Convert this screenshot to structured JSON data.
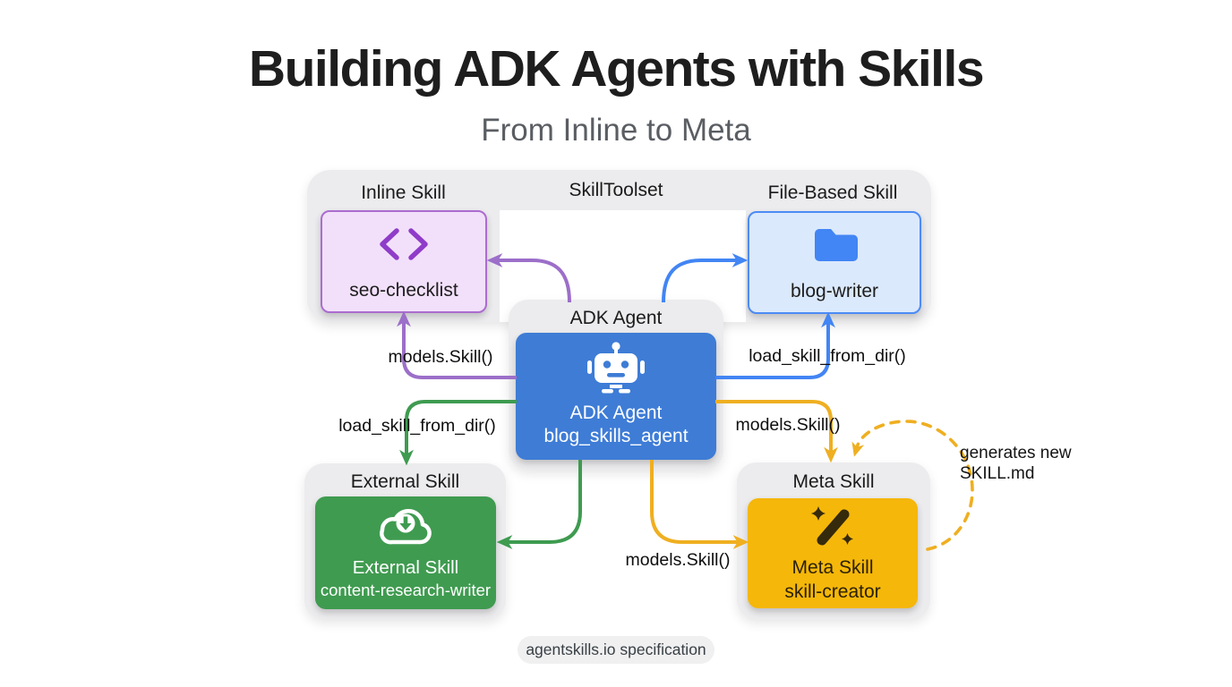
{
  "title": {
    "main": "Building ADK Agents with Skills",
    "subtitle": "From Inline to Meta"
  },
  "groups": {
    "skilltoolset_label": "SkillToolset",
    "inline": {
      "label": "Inline Skill",
      "skill_name": "seo-checklist",
      "icon": "code-chevrons-icon"
    },
    "file_based": {
      "label": "File-Based Skill",
      "skill_name": "blog-writer",
      "icon": "folder-icon"
    },
    "adk": {
      "label": "ADK Agent",
      "box_line1": "ADK Agent",
      "box_line2": "blog_skills_agent",
      "icon": "robot-icon"
    },
    "external": {
      "label": "External Skill",
      "box_line1": "External Skill",
      "box_line2": "content-research-writer",
      "icon": "cloud-download-icon"
    },
    "meta": {
      "label": "Meta Skill",
      "box_line1": "Meta Skill",
      "box_line2": "skill-creator",
      "icon": "magic-wand-icon"
    }
  },
  "edge_labels": {
    "inline_call": "models.Skill()",
    "external_call": "load_skill_from_dir()",
    "file_call": "load_skill_from_dir()",
    "meta_call_top": "models.Skill()",
    "meta_call_bottom": "models.Skill()"
  },
  "annotations": {
    "loop_line1": "generates new",
    "loop_line2": "SKILL.md"
  },
  "footer": {
    "badge": "agentskills.io specification"
  },
  "colors": {
    "background": "#FFFFFF",
    "container_gray": "#ECECEE",
    "inline_fill": "#F2E0FA",
    "inline_border": "#AC6CD0",
    "purple_arrow": "#9C6FC9",
    "purple_icon": "#8F3CC9",
    "file_fill": "#DBE9FC",
    "file_border": "#4C8BF5",
    "blue_arrow": "#4285F4",
    "adk_blue": "#3E7CD6",
    "external_green": "#3F9B50",
    "meta_yellow": "#F5B70A",
    "yellow_arrow": "#EFAF21",
    "title_text": "#1E1E1E",
    "subtitle_text": "#5A5E63"
  }
}
